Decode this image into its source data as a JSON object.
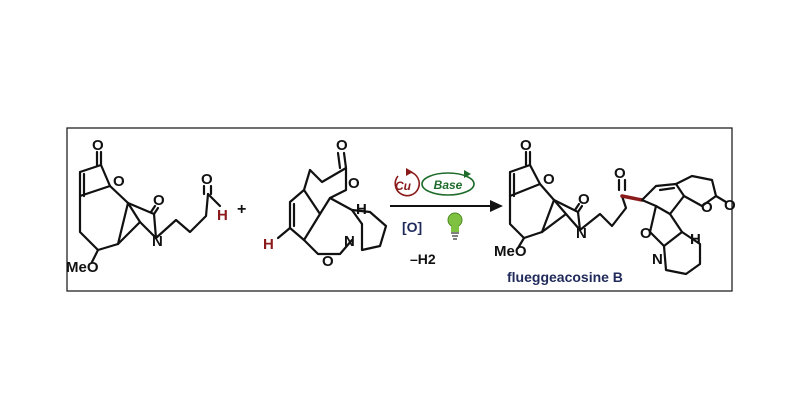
{
  "scheme": {
    "reactant1": {
      "carbonyl_o_top": "O",
      "ring_o": "O",
      "lactam_o": "O",
      "n_atom": "N",
      "aldehyde_o": "O",
      "aldehyde_h": "H",
      "methoxy": "MeO"
    },
    "plus": "+",
    "reactant2": {
      "carbonyl_o_top": "O",
      "ring_o": "O",
      "h_stereo": "H",
      "vinyl_h": "H",
      "n_atom": "N",
      "o_link": "O"
    },
    "conditions": {
      "catalyst_cu": "Cu",
      "catalyst_base": "Base",
      "oxidant": "[O]",
      "byproduct": "–H2",
      "light_icon": "lightbulb-icon"
    },
    "product": {
      "name": "flueggeacosine B",
      "carbonyl_o_left": "O",
      "ring_o_left": "O",
      "lactam_o": "O",
      "n_atom": "N",
      "ketone_o": "O",
      "ring_o_right": "O",
      "carbonyl_o_right": "O",
      "h_stereo": "H",
      "o_link": "O",
      "n_bottom": "N",
      "methoxy": "MeO"
    },
    "colors": {
      "highlight_red": "#8b1a1a",
      "cu_red": "#8b1a1a",
      "base_green": "#1e6b2b",
      "name_navy": "#1f2a5a",
      "bulb_green": "#7fc241"
    }
  }
}
